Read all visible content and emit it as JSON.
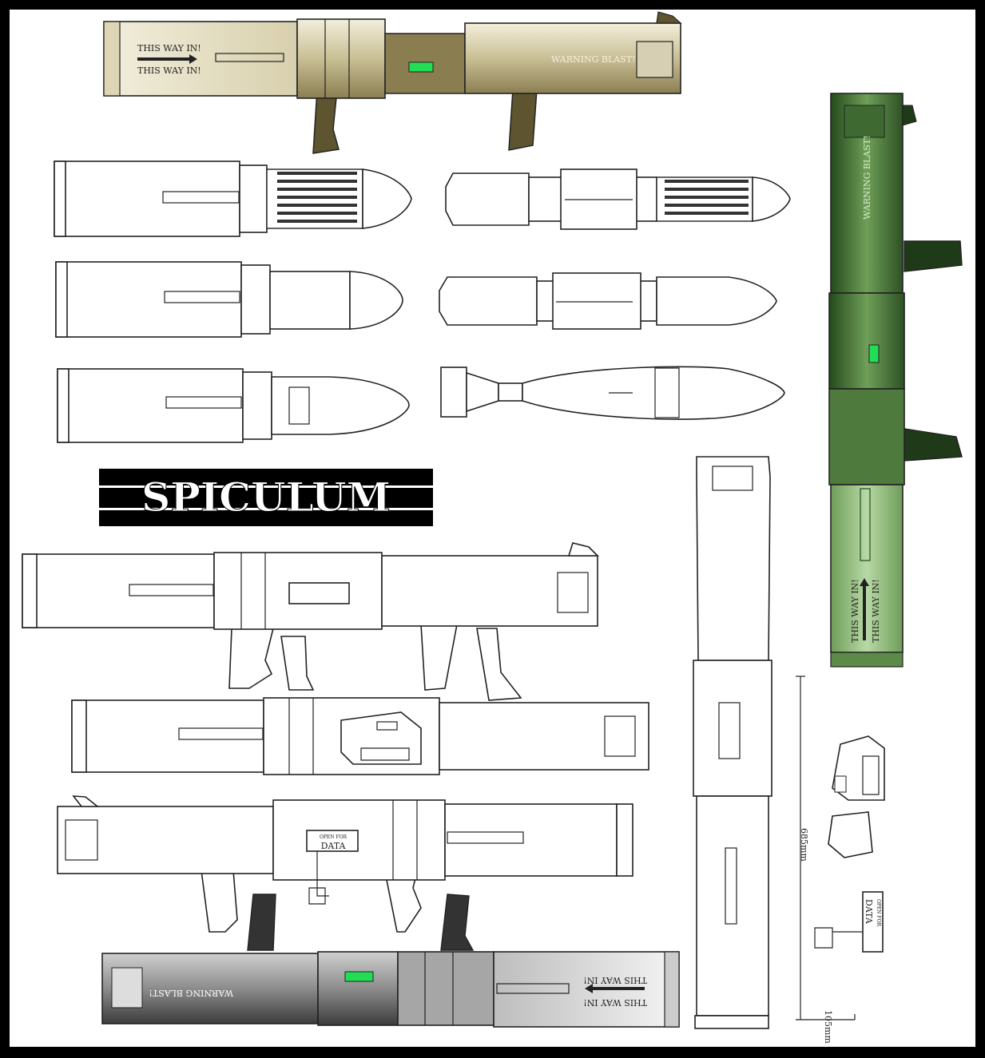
{
  "title": "SPICULUM",
  "labels": {
    "this_way_in": "THIS WAY IN!",
    "warning_blast": "WARNING BLAST!",
    "open_for": "OPEN FOR",
    "data": "DATA",
    "length": "685mm",
    "diameter": "105mm"
  },
  "colors": {
    "frame": "#000000",
    "paper": "#ffffff",
    "line": "#222222",
    "tan_body": "#a89c6e",
    "tan_light": "#ece6cf",
    "tan_dark": "#5e5430",
    "green_body": "#4f7a3e",
    "green_light": "#a9cf94",
    "green_dark": "#1f3a18",
    "grey_body": "#8a8a8a",
    "grey_light": "#f0f0f0",
    "grey_dark": "#333333",
    "status_led": "#22dd55"
  }
}
